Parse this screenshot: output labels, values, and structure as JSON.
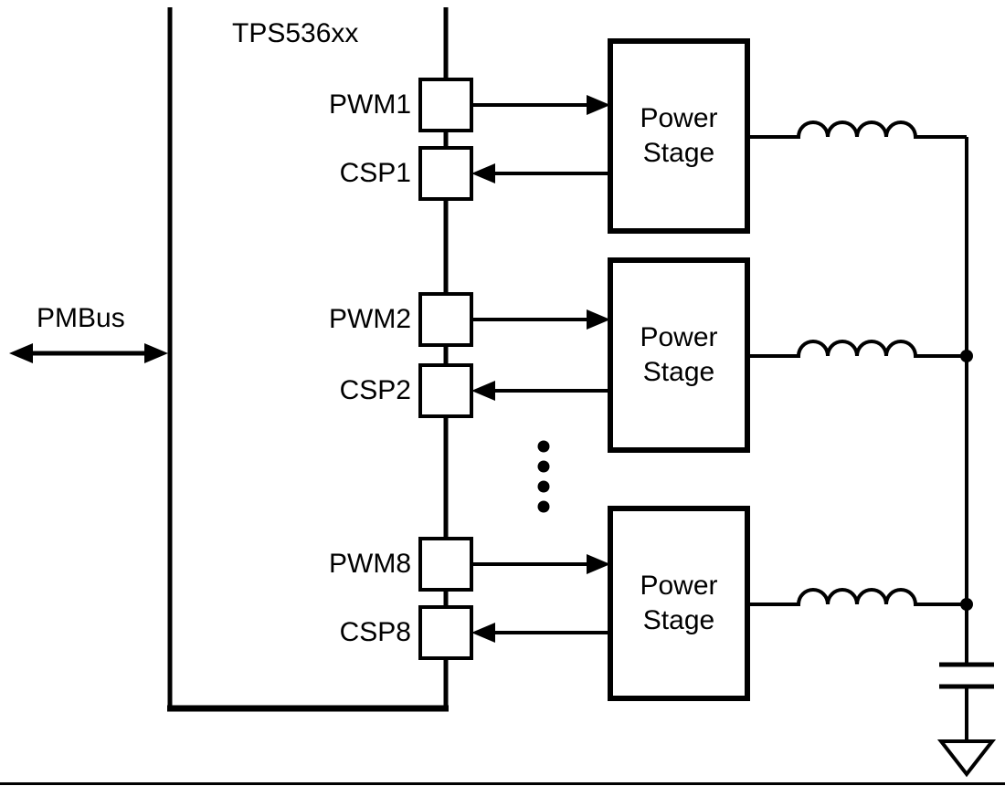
{
  "diagram": {
    "title": "TPS536xx",
    "bus": {
      "label": "PMBus"
    },
    "channels": [
      {
        "pwm_label": "PWM1",
        "csp_label": "CSP1"
      },
      {
        "pwm_label": "PWM2",
        "csp_label": "CSP2"
      },
      {
        "pwm_label": "PWM8",
        "csp_label": "CSP8"
      }
    ],
    "power_stages": [
      {
        "line1": "Power",
        "line2": "Stage"
      },
      {
        "line1": "Power",
        "line2": "Stage"
      },
      {
        "line1": "Power",
        "line2": "Stage"
      }
    ],
    "colors": {
      "line": "#000000",
      "background": "#ffffff"
    }
  }
}
